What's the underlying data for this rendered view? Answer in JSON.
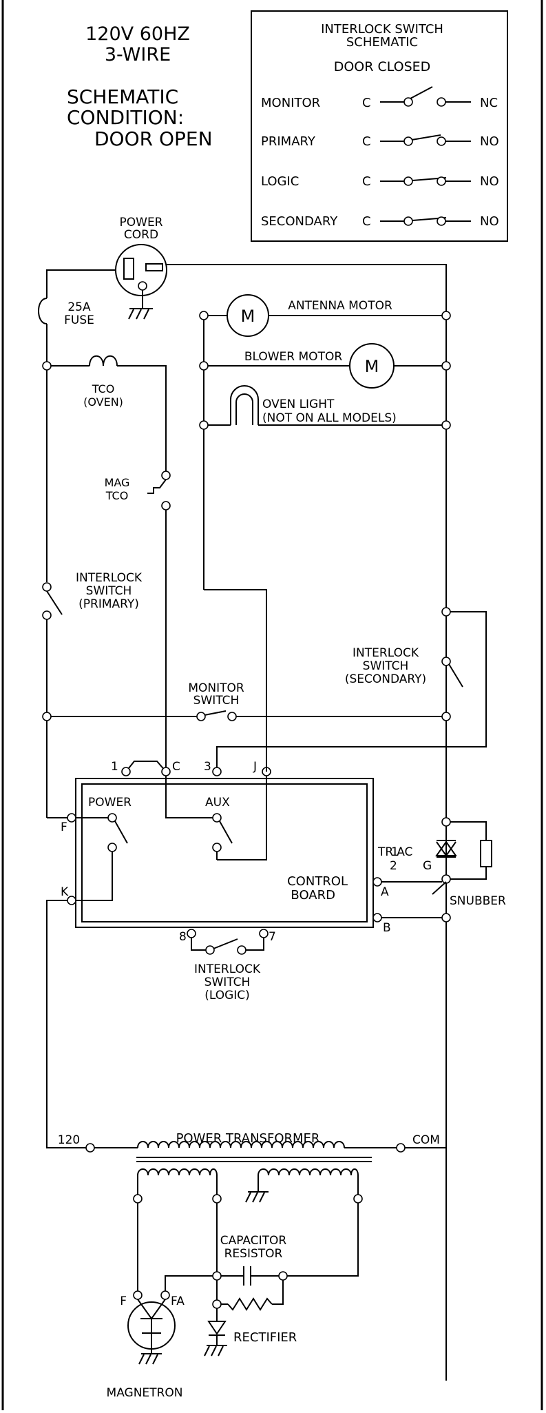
{
  "header": {
    "supply_line1": "120V 60HZ",
    "supply_line2": "3-WIRE",
    "condition_line1": "SCHEMATIC",
    "condition_line2": "CONDITION:",
    "condition_line3": "DOOR OPEN"
  },
  "legend": {
    "title_line1": "INTERLOCK SWITCH",
    "title_line2": "SCHEMATIC",
    "subtitle": "DOOR CLOSED",
    "rows": [
      {
        "name": "MONITOR",
        "common": "C",
        "contact": "NC"
      },
      {
        "name": "PRIMARY",
        "common": "C",
        "contact": "NO"
      },
      {
        "name": "LOGIC",
        "common": "C",
        "contact": "NO"
      },
      {
        "name": "SECONDARY",
        "common": "C",
        "contact": "NO"
      }
    ]
  },
  "labels": {
    "power_cord_1": "POWER",
    "power_cord_2": "CORD",
    "fuse_1": "25A",
    "fuse_2": "FUSE",
    "antenna_motor": "ANTENNA MOTOR",
    "blower_motor": "BLOWER MOTOR",
    "motor_symbol": "M",
    "oven_light_1": "OVEN LIGHT",
    "oven_light_2": "(NOT ON ALL MODELS)",
    "tco_1": "TCO",
    "tco_2": "(OVEN)",
    "mag_tco_1": "MAG",
    "mag_tco_2": "TCO",
    "interlock_primary_1": "INTERLOCK",
    "interlock_primary_2": "SWITCH",
    "interlock_primary_3": "(PRIMARY)",
    "interlock_secondary_1": "INTERLOCK",
    "interlock_secondary_2": "SWITCH",
    "interlock_secondary_3": "(SECONDARY)",
    "monitor_switch_1": "MONITOR",
    "monitor_switch_2": "SWITCH",
    "term_1": "1",
    "term_c": "C",
    "term_3": "3",
    "term_j": "J",
    "term_f": "F",
    "term_k": "K",
    "term_a": "A",
    "term_b": "B",
    "term_8": "8",
    "term_7": "7",
    "cb_power": "POWER",
    "cb_aux": "AUX",
    "control_board_1": "CONTROL",
    "control_board_2": "BOARD",
    "triac_1": "1",
    "triac_label": "TRIAC",
    "triac_2": "2",
    "triac_g": "G",
    "snubber": "SNUBBER",
    "interlock_logic_1": "INTERLOCK",
    "interlock_logic_2": "SWITCH",
    "interlock_logic_3": "(LOGIC)",
    "xfmr_120": "120",
    "xfmr_label": "POWER TRANSFORMER",
    "xfmr_com": "COM",
    "cap_res_1": "CAPACITOR",
    "cap_res_2": "RESISTOR",
    "mag_f": "F",
    "mag_fa": "FA",
    "rectifier": "RECTIFIER",
    "magnetron": "MAGNETRON"
  }
}
